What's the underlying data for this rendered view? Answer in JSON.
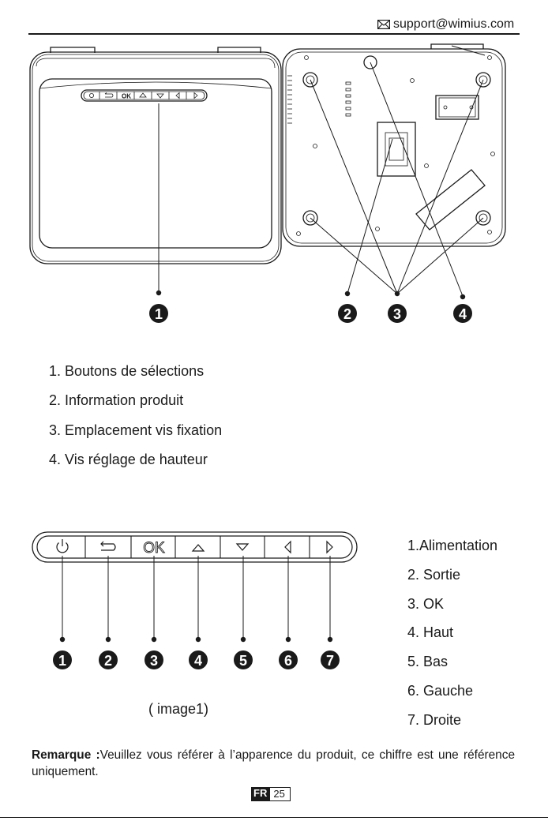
{
  "header": {
    "email": "support@wimius.com"
  },
  "top_figure": {
    "callouts": [
      "1",
      "2",
      "3",
      "4"
    ],
    "button_bar_labels": [
      "OK"
    ]
  },
  "parts_list": [
    "1. Boutons de sélections",
    "2. Information produit",
    "3. Emplacement vis fixation",
    "4. Vis réglage de hauteur"
  ],
  "button_bar": {
    "ok_label": "OK",
    "callouts": [
      "1",
      "2",
      "3",
      "4",
      "5",
      "6",
      "7"
    ]
  },
  "functions_list": [
    "1.Alimentation",
    "2. Sortie",
    "3. OK",
    "4. Haut",
    "5. Bas",
    "6. Gauche",
    "7. Droite"
  ],
  "image_caption": "( image1)",
  "note": {
    "label": "Remarque :",
    "text": "Veuillez vous référer à l’apparence du produit, ce chiffre est une référence uniquement."
  },
  "page_marker": {
    "lang": "FR",
    "page": "25"
  }
}
